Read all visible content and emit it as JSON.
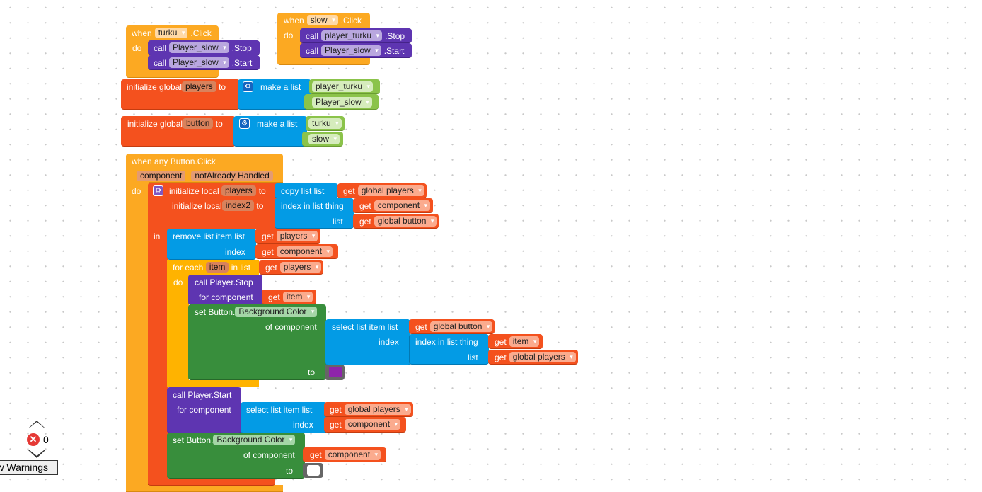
{
  "turku_click": {
    "when": "when",
    "component": "turku",
    "event": ".Click",
    "do": "do",
    "calls": [
      {
        "call": "call",
        "component": "Player_slow",
        "method": ".Stop"
      },
      {
        "call": "call",
        "component": "Player_slow",
        "method": ".Start"
      }
    ]
  },
  "slow_click": {
    "when": "when",
    "component": "slow",
    "event": ".Click",
    "do": "do",
    "calls": [
      {
        "call": "call",
        "component": "player_turku",
        "method": ".Stop"
      },
      {
        "call": "call",
        "component": "Player_slow",
        "method": ".Start"
      }
    ]
  },
  "globals": [
    {
      "label": "initialize global",
      "name": "players",
      "to": "to",
      "make_list": "make a list",
      "items": [
        "player_turku",
        "Player_slow"
      ]
    },
    {
      "label": "initialize global",
      "name": "button",
      "to": "to",
      "make_list": "make a list",
      "items": [
        "turku",
        "slow"
      ]
    }
  ],
  "any_click": {
    "title": "when any Button.Click",
    "params": [
      "component",
      "notAlready Handled"
    ],
    "do": "do",
    "in": "in",
    "local_label": "initialize local",
    "locals": [
      "players",
      "index2"
    ],
    "to": "to",
    "copy_list": "copy list  list",
    "index_in_list": "index in list  thing",
    "list": "list",
    "get": "get",
    "global_players": "global players",
    "global_button": "global button",
    "component": "component",
    "players": "players",
    "item": "item",
    "remove_list_item": "remove list item  list",
    "index": "index",
    "for_each": "for each",
    "in_list": "in list",
    "call_stop": "call Player.Stop",
    "call_start": "call Player.Start",
    "for_component": "for component",
    "set_button": "set Button.",
    "property": "Background Color",
    "of_component": "of component",
    "select_list_item": "select list item  list"
  },
  "colors": {
    "first_to": "#8e24aa",
    "second_to": "#ffffff"
  },
  "warnings": {
    "error_count": "0",
    "show_warnings": "Show Warnings"
  }
}
